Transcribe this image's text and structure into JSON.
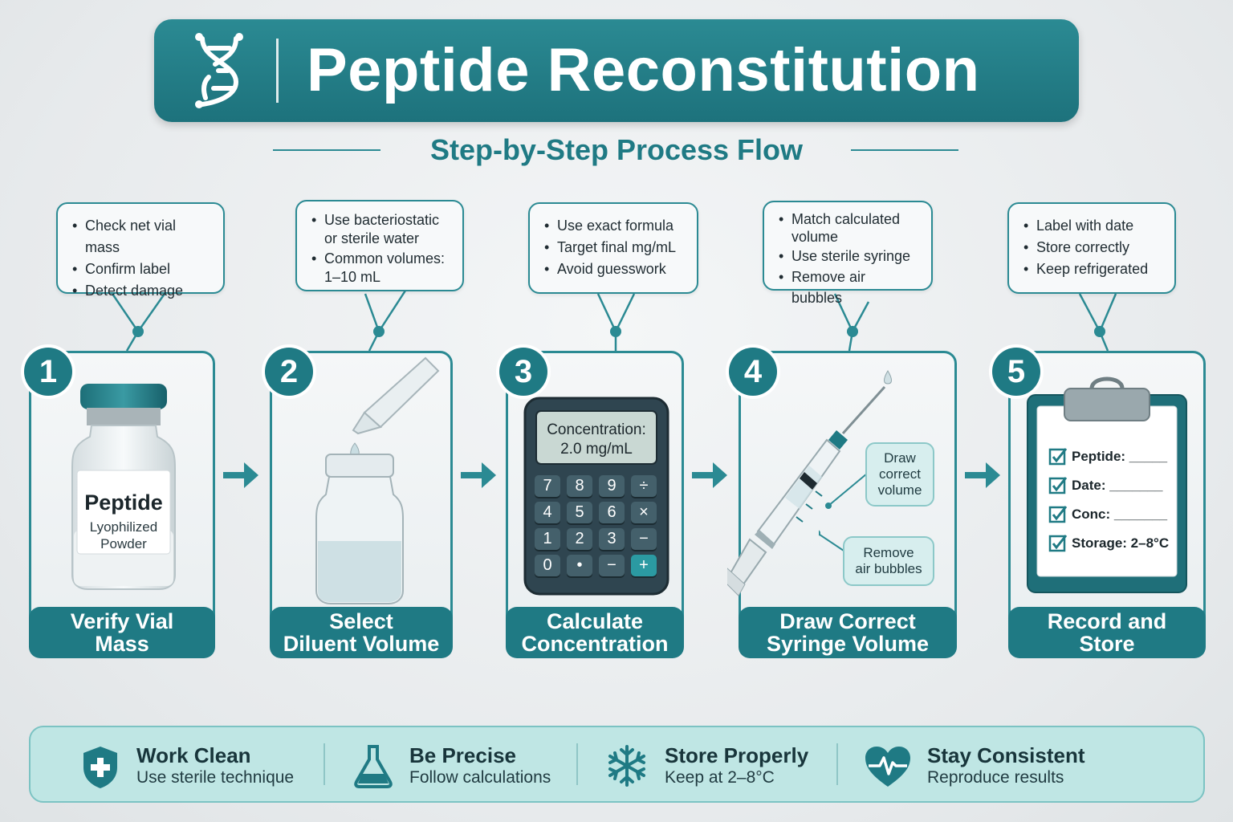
{
  "header": {
    "title": "Peptide Reconstitution",
    "subtitle": "Step-by-Step Process Flow",
    "icon": "dna-icon"
  },
  "colors": {
    "accent": "#1f7a84",
    "accent_light": "#2b8a93",
    "panel": "#bfe6e4"
  },
  "steps": [
    {
      "number": "1",
      "label_line1": "Verify Vial",
      "label_line2": "Mass",
      "bullets": [
        "Check net vial mass",
        "Confirm label",
        "Detect damage"
      ],
      "vial_label_title": "Peptide",
      "vial_label_sub1": "Lyophilized",
      "vial_label_sub2": "Powder",
      "icon": "vial-icon"
    },
    {
      "number": "2",
      "label_line1": "Select",
      "label_line2": "Diluent Volume",
      "bullets": [
        "Use bacteriostatic",
        "or sterile water",
        "Common volumes:",
        "1–10 mL"
      ],
      "icon": "dropper-icon"
    },
    {
      "number": "3",
      "label_line1": "Calculate",
      "label_line2": "Concentration",
      "bullets": [
        "Use exact formula",
        "Target final mg/mL",
        "Avoid guesswork"
      ],
      "display_line1": "Concentration:",
      "display_line2": "2.0 mg/mL",
      "keys": [
        "7",
        "8",
        "9",
        "÷",
        "4",
        "5",
        "6",
        "×",
        "1",
        "2",
        "3",
        "−",
        "0",
        "•",
        "−",
        "+"
      ],
      "icon": "calculator-icon"
    },
    {
      "number": "4",
      "label_line1": "Draw Correct",
      "label_line2": "Syringe Volume",
      "bullets": [
        "Match calculated",
        "volume",
        "Use sterile syringe",
        "Remove air bubbles"
      ],
      "note1_line1": "Draw",
      "note1_line2": "correct",
      "note1_line3": "volume",
      "note2_line1": "Remove",
      "note2_line2": "air bubbles",
      "icon": "syringe-icon"
    },
    {
      "number": "5",
      "label_line1": "Record and",
      "label_line2": "Store",
      "bullets": [
        "Label with date",
        "Store correctly",
        "Keep refrigerated"
      ],
      "clip_rows": [
        "Peptide: _____",
        "Date: _______",
        "Conc: _______",
        "Storage: 2–8°C"
      ],
      "icon": "clipboard-icon"
    }
  ],
  "tips": [
    {
      "title": "Work Clean",
      "sub": "Use sterile technique",
      "icon": "shield-plus-icon"
    },
    {
      "title": "Be Precise",
      "sub": "Follow calculations",
      "icon": "flask-icon"
    },
    {
      "title": "Store Properly",
      "sub": "Keep at 2–8°C",
      "icon": "snowflake-icon"
    },
    {
      "title": "Stay Consistent",
      "sub": "Reproduce results",
      "icon": "heart-pulse-icon"
    }
  ]
}
